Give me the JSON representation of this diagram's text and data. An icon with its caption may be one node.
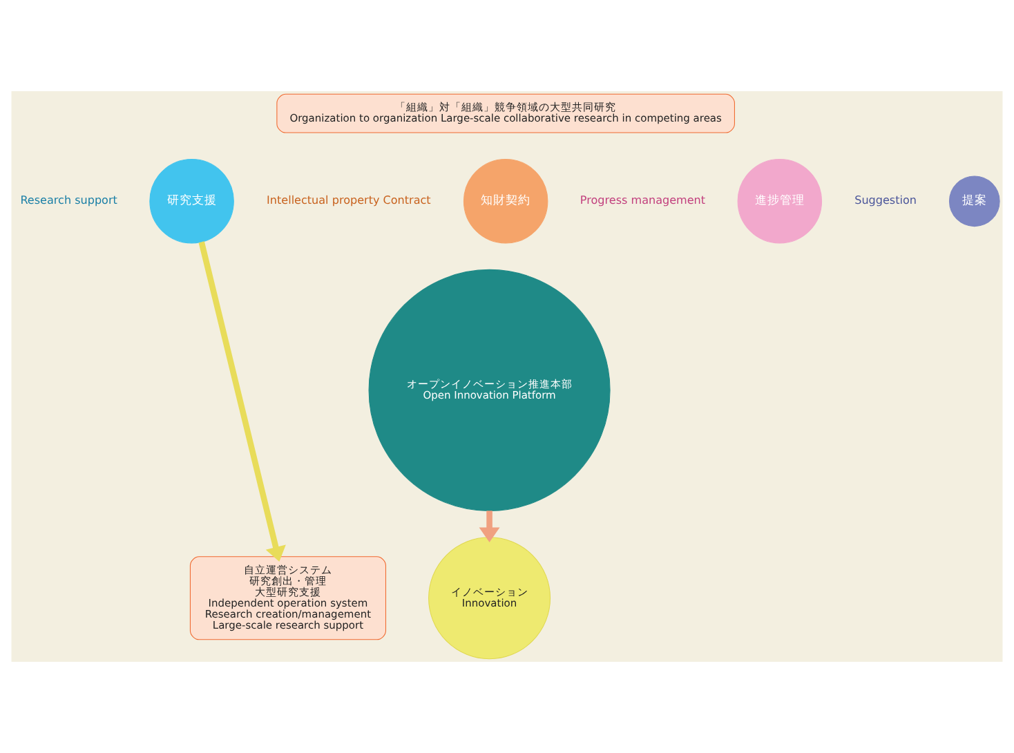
{
  "diagram": {
    "nodes": [
      {
        "text": [
          "「組織」対「組織」競争領域の大型共同研究",
          "Organization to organization Large-scale collaborative research in competing areas"
        ]
      },
      {
        "text": [
          "知財契約"
        ],
        "beside": [
          "Intellectual property Contract"
        ]
      },
      {
        "text": [
          "進捗管理"
        ],
        "beside": [
          "Progress management"
        ]
      },
      {
        "text": [
          "提案"
        ],
        "beside": [
          "Suggestion"
        ]
      },
      {
        "text": [
          "研究支援"
        ],
        "beside": [
          "Research support"
        ]
      },
      {
        "text": [
          "オープンイノベーション推進本部",
          "Open Innovation Platform"
        ]
      },
      {
        "text": [
          "自立運営システム",
          "研究創出・管理",
          "大型研究支援",
          "Independent operation system",
          "Research creation/management",
          "Large-scale research support"
        ]
      },
      {
        "text": [
          "イノベーション",
          "Innovation"
        ]
      }
    ],
    "edges": [
      {
        "from": 4,
        "to": 6,
        "arrow": "to",
        "color": "#e8dc5a"
      },
      {
        "from": 5,
        "to": 7,
        "arrow": "to",
        "color": "#f0a080"
      }
    ]
  }
}
